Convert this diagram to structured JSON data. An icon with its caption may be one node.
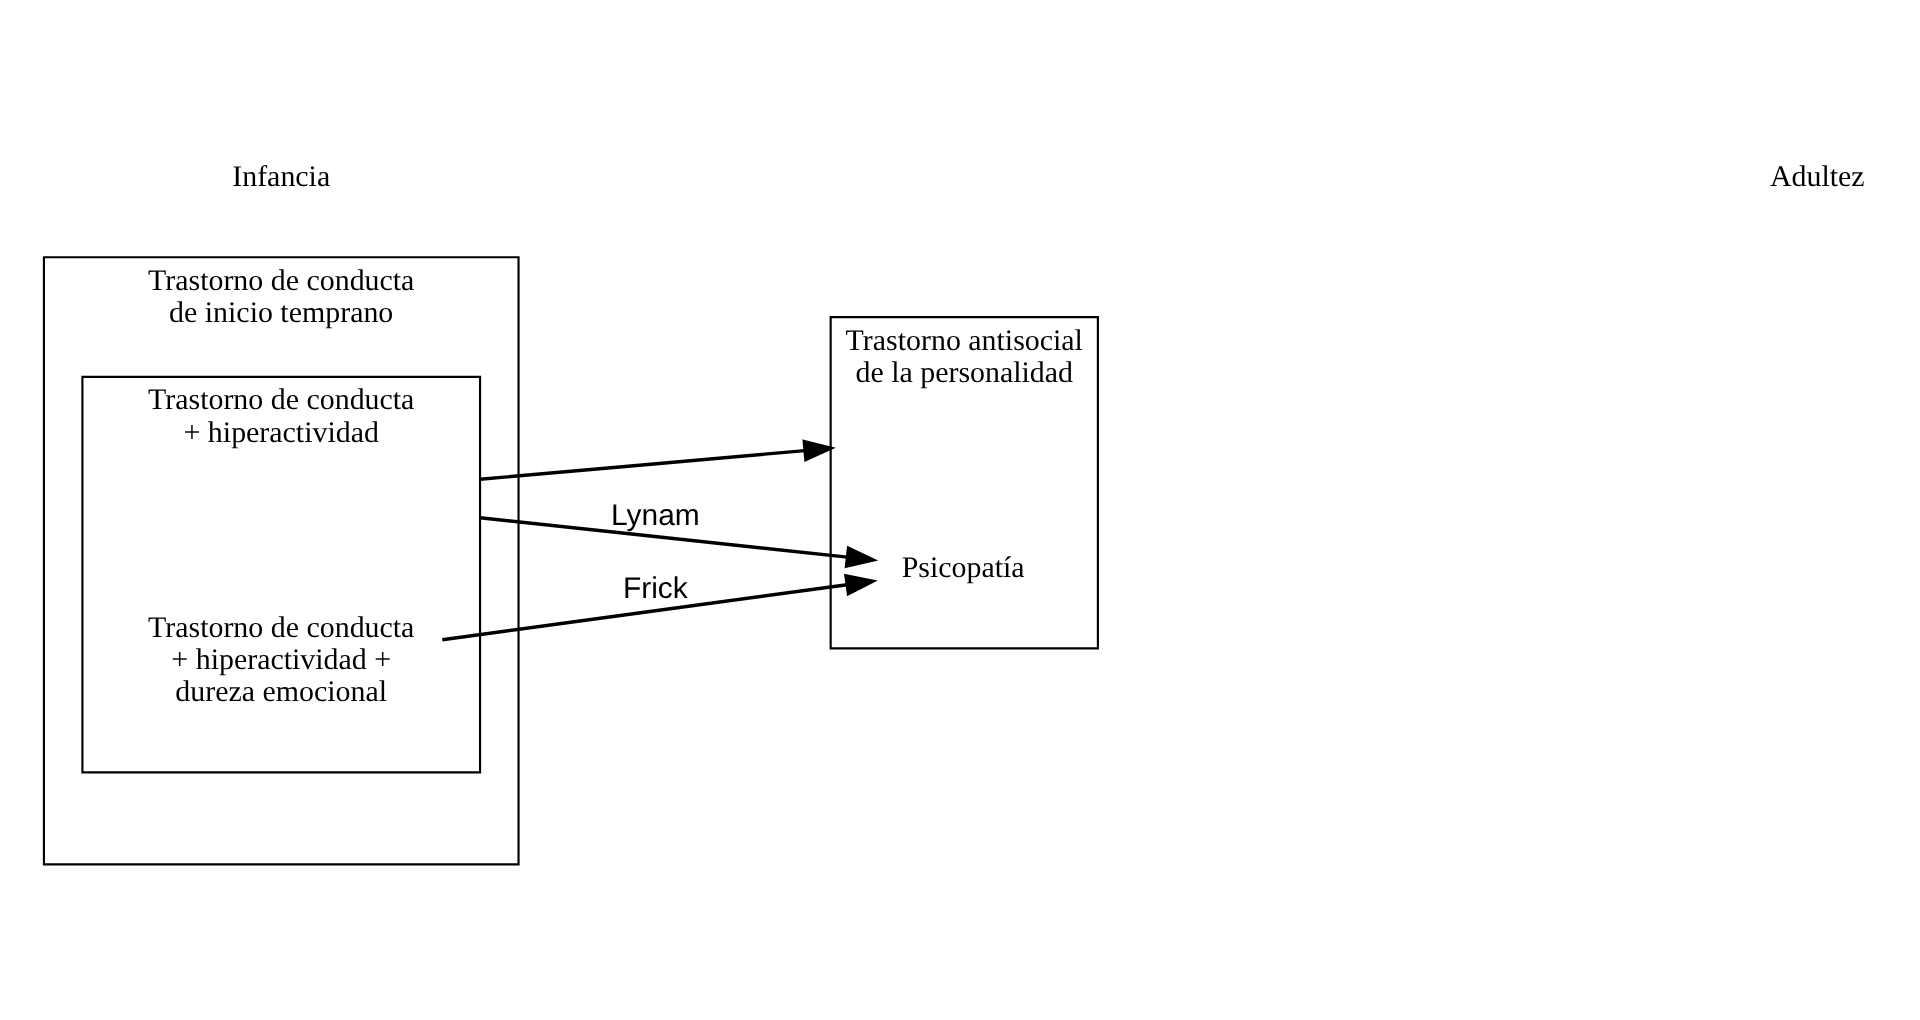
{
  "diagram": {
    "nodes": [
      {
        "text": [
          "Trastorno de conducta de inicio temprano"
        ]
      },
      {
        "text": [
          "Trastorno de conducta + hiperactividad"
        ],
        "in": 0
      },
      {
        "text": [
          "Trastorno de conducta + hiperactividad + dureza emocional"
        ],
        "in": 1
      },
      {
        "text": [
          "Trastorno antisocial de la personalidad"
        ]
      },
      {
        "text": [
          "Psicopatía"
        ],
        "in": 3
      }
    ],
    "edges": [
      {
        "from": 1,
        "to": 4,
        "arrow": "to",
        "label": "Lynam"
      },
      {
        "from": 1,
        "to": 3,
        "arrow": "to"
      },
      {
        "from": 2,
        "to": 4,
        "arrow": "to",
        "label": "Frick"
      }
    ],
    "labels": [
      "Infancia",
      "Adultez"
    ]
  }
}
